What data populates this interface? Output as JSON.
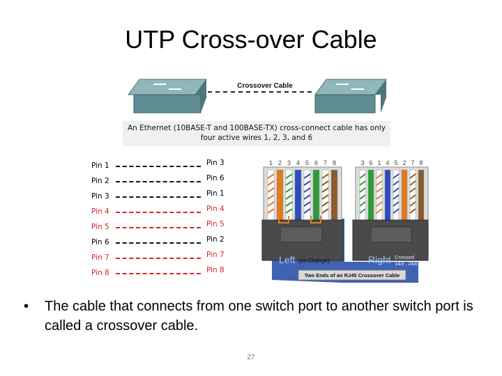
{
  "slide": {
    "title": "UTP Cross-over Cable",
    "bullet": "The cable that connects from one switch port to another switch port is called a crossover cable.",
    "page_number": "27"
  },
  "top_figure": {
    "cable_label": "Crossover Cable",
    "caption_line1": "An Ethernet (10BASE-T and 100BASE-TX) cross-connect cable has only",
    "caption_line2": "four active wires 1, 2, 3, and 6"
  },
  "pin_mapping": [
    {
      "left": "Pin 1",
      "right": "Pin 3",
      "active": false
    },
    {
      "left": "Pin 2",
      "right": "Pin 6",
      "active": false
    },
    {
      "left": "Pin 3",
      "right": "Pin 1",
      "active": false
    },
    {
      "left": "Pin 4",
      "right": "Pin 4",
      "active": true
    },
    {
      "left": "Pin 5",
      "right": "Pin 5",
      "active": true
    },
    {
      "left": "Pin 6",
      "right": "Pin 2",
      "active": false
    },
    {
      "left": "Pin 7",
      "right": "Pin 7",
      "active": true
    },
    {
      "left": "Pin 8",
      "right": "Pin 8",
      "active": true
    }
  ],
  "connectors": {
    "left_pins": [
      "1",
      "2",
      "3",
      "4",
      "5",
      "6",
      "7",
      "8"
    ],
    "right_pins": [
      "3",
      "6",
      "1",
      "4",
      "5",
      "2",
      "7",
      "8"
    ],
    "left_label": "Left",
    "left_note": "(no Change)",
    "right_label": "Right",
    "right_note_line1": "Crossed",
    "right_note_line2": "1&3 , 2&6",
    "banner": "Two Ends of an RJ45 Crossover Cable"
  },
  "colors": {
    "inactive_pin": "#111111",
    "active_pin": "#d8232a",
    "switch_body": "#5f8d93",
    "connector_bg": "#3f63b2"
  }
}
